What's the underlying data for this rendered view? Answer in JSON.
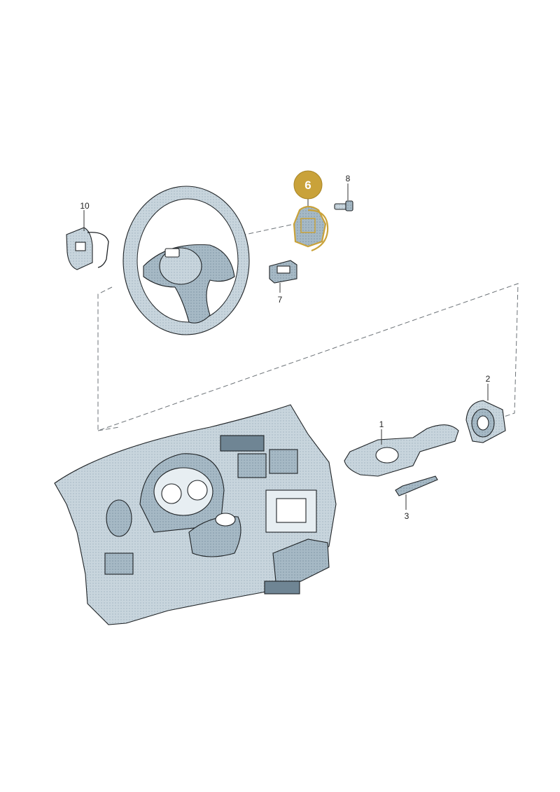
{
  "callouts": {
    "highlighted": "6",
    "highlight_color": "#c9a23a",
    "labels": [
      "1",
      "2",
      "3",
      "7",
      "8",
      "10"
    ]
  },
  "colors": {
    "part_fill": "#c8d5dd",
    "part_shade": "#a6b9c5",
    "outline": "#1f2326"
  }
}
